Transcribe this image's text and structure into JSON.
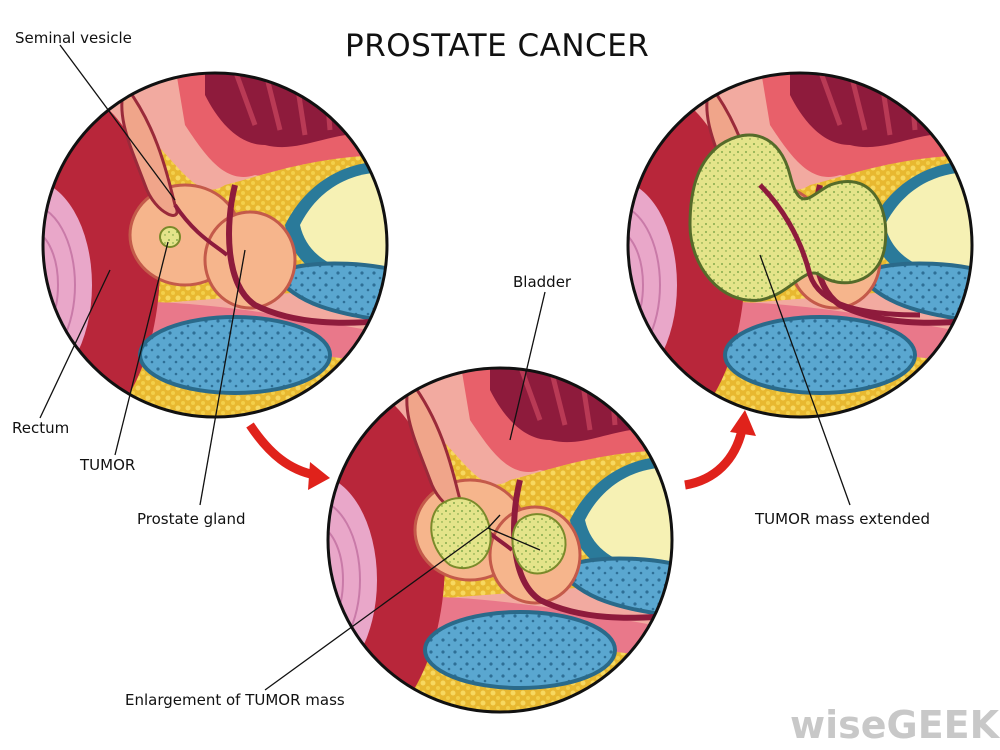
{
  "title": "PROSTATE CANCER",
  "labels": {
    "seminal_vesicle": "Seminal vesicle",
    "rectum": "Rectum",
    "tumor": "TUMOR",
    "prostate_gland": "Prostate gland",
    "bladder": "Bladder",
    "enlargement": "Enlargement of TUMOR mass",
    "extended": "TUMOR mass extended"
  },
  "watermark": "wiseGEEK",
  "colors": {
    "arrow": "#e0221b",
    "tumor": "#e4e48a",
    "rectum": "#b8263a",
    "fat": "#e8b830",
    "bone": "#5aa7d0"
  }
}
